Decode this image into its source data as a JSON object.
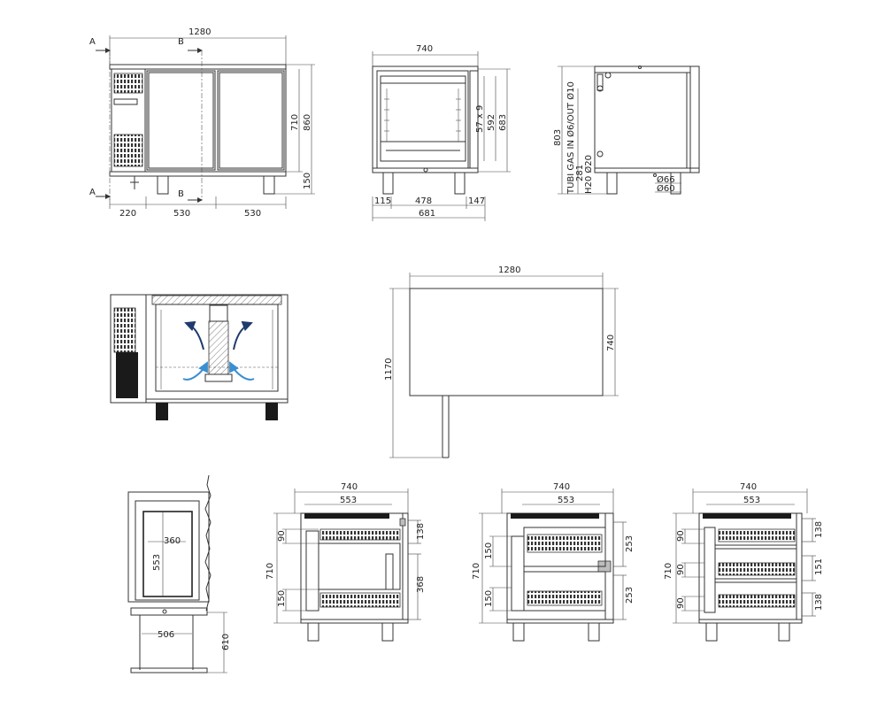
{
  "sheet": {
    "front": {
      "width": "1280",
      "height_body": "710",
      "height_total": "860",
      "legs": "150",
      "sec_a": "A",
      "sec_b": "B",
      "w1": "220",
      "w2": "530",
      "w3": "530"
    },
    "side": {
      "width": "740",
      "shelf": "57 x 9",
      "inner_h": "592",
      "outer_h": "683",
      "w1": "115",
      "w2": "478",
      "w3": "147",
      "w_total": "681"
    },
    "rear": {
      "height": "803",
      "tubi_gas": "TUBI GAS IN Ø6/OUT Ø10",
      "h281": "281",
      "h2o": "H20 Ø20",
      "d66": "Ø66",
      "d60": "Ø60"
    },
    "plan": {
      "width": "1280",
      "depth": "740",
      "total": "1170"
    },
    "drawer": {
      "inner_w": "360",
      "height": "553",
      "width": "506",
      "depth": "610"
    },
    "sect1": {
      "width": "740",
      "inner": "553",
      "h": "710",
      "d90": "90",
      "d150": "150",
      "d138": "138",
      "d368": "368"
    },
    "sect2": {
      "width": "740",
      "inner": "553",
      "h": "710",
      "d150a": "150",
      "d150b": "150",
      "d253a": "253",
      "d253b": "253"
    },
    "sect3": {
      "width": "740",
      "inner": "553",
      "h": "710",
      "d90a": "90",
      "d90b": "90",
      "d90c": "90",
      "d138a": "138",
      "d151": "151",
      "d138b": "138"
    }
  },
  "colors": {
    "line": "#333333",
    "airflow_hot": "#1f3b6e",
    "airflow_cold": "#3b8fd1"
  }
}
